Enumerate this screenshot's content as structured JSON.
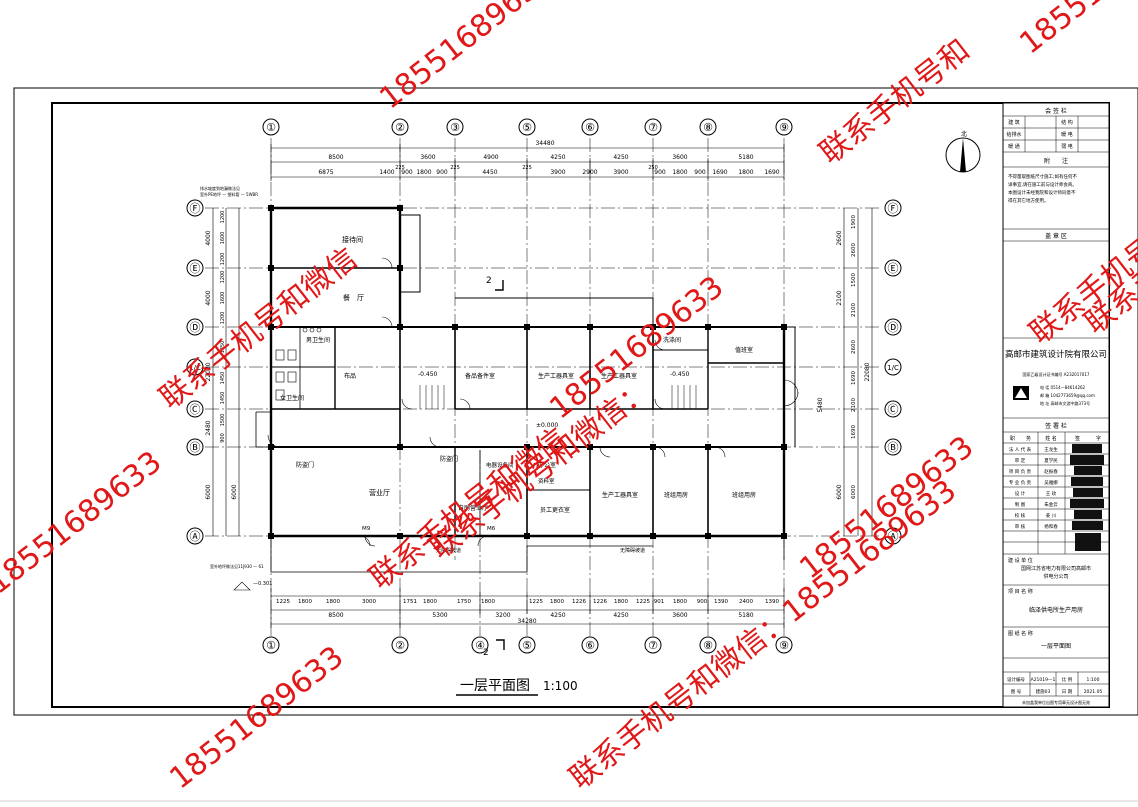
{
  "axes_top": [
    "①",
    "②",
    "③",
    "⑤",
    "⑥",
    "⑦",
    "⑧",
    "⑨"
  ],
  "axes_bottom": [
    "①",
    "②",
    "④",
    "⑤",
    "⑥",
    "⑦",
    "⑧",
    "⑨"
  ],
  "axes_left": [
    "Ⓕ",
    "Ⓔ",
    "Ⓓ",
    "1/C",
    "Ⓒ",
    "Ⓑ",
    "Ⓐ"
  ],
  "axes_right": [
    "Ⓕ",
    "Ⓔ",
    "Ⓓ",
    "1/C",
    "Ⓒ",
    "Ⓑ",
    "Ⓐ"
  ],
  "dims": {
    "top_total": "34480",
    "top_row1": [
      "8500",
      "3600",
      "4900",
      "4250",
      "4250",
      "3600",
      "5180"
    ],
    "top_row2": [
      "6875",
      "1400",
      "900",
      "1800",
      "900",
      "4450",
      "3900",
      "2900",
      "3900",
      "900",
      "1800",
      "900",
      "1690",
      "1800",
      "1690"
    ],
    "top_small": [
      "225",
      "225",
      "225",
      "250"
    ],
    "bottom_row1": [
      "1225",
      "1800",
      "1800",
      "3000",
      "1751",
      "1800",
      "1750",
      "1800",
      "1225",
      "1800",
      "1226",
      "1226",
      "1800",
      "1225",
      "901",
      "1800",
      "900",
      "1390",
      "2400",
      "1390"
    ],
    "bottom_row2": [
      "8500",
      "5300",
      "3200",
      "4250",
      "4250",
      "3600",
      "5180"
    ],
    "bottom_total": "34280",
    "left_outer": [
      "4000",
      "4000",
      "22080",
      "2480",
      "6000"
    ],
    "left_inner": [
      "1200",
      "1600",
      "1200",
      "1200",
      "1600",
      "1200",
      "1450",
      "1450",
      "1450",
      "1500",
      "900",
      "6000"
    ],
    "right_outer": [
      "2600",
      "2100",
      "22080",
      "5480",
      "6000"
    ],
    "right_inner": [
      "1900",
      "2600",
      "1500",
      "2100",
      "2600",
      "1690",
      "2100",
      "1690",
      "6000"
    ]
  },
  "rooms": [
    "接待间",
    "餐　厅",
    "男卫生间",
    "女卫生间",
    "布品",
    "备品备件室",
    "生产工器具室",
    "生产工器具室",
    "-0.450",
    "-0.450",
    "洗涤间",
    "值班室",
    "营业厅",
    "自助营业厅",
    "电器设备间",
    "办公室",
    "资料室",
    "员工更衣室",
    "生产工器具室",
    "班组用房",
    "班组用房"
  ],
  "labels": {
    "door_left": "防盗门",
    "door_mid": "防盗门",
    "elev": "±0.000",
    "m9": "M9",
    "m6": "M6",
    "section_top": "2",
    "section_bot": "2",
    "ramp": "无障碍坡道",
    "note_top_left": "排水坡度到地漏做法见\n室外PE地坪 — 塑料管 — 5WBR",
    "note_bottom_left": "室外地坪做法见11J930 — 61",
    "note_bottom_left_val": "—0.301"
  },
  "title": {
    "text": "一层平面图",
    "scale": "1:100"
  },
  "sidebar": {
    "sign_header": "会 签 栏",
    "sign_rows": [
      [
        "建 筑",
        "",
        "结 构",
        ""
      ],
      [
        "给排水",
        "",
        "暖 电",
        ""
      ],
      [
        "暖 通",
        "",
        "弱 电",
        ""
      ]
    ],
    "notes_header": "附　　注",
    "notes_text": "不得量取图纸尺寸施工;如有任何不\n详事宜,请在施工前与设计师会商。\n本图设计未经我院和设计师同意不\n得在其它地方使用。",
    "stamp_header": "盖 章 区",
    "company": "高邮市建筑设计院有限公司",
    "license": "国家乙级设计证书编号 A232017017",
    "contact_phone": "电 话 0514—84614262",
    "contact_mail": "邮 箱 1042773659@qq.com",
    "contact_addr": "地 址 高邮市文游中路373号",
    "approve_header": "签 署 栏",
    "approve_cols": [
      "职",
      "务",
      "姓 名",
      "签",
      "字"
    ],
    "approve_rows": [
      [
        "法 人 代 表",
        "王龙生"
      ],
      [
        "审 定",
        "夏学民"
      ],
      [
        "项 目 负 责",
        "赵振春"
      ],
      [
        "专 业 负 责",
        "吴雅娜"
      ],
      [
        "设 计",
        "王 玫"
      ],
      [
        "制 图",
        "朱金云"
      ],
      [
        "校 核",
        "姜 川"
      ],
      [
        "审 核",
        "杨和春"
      ]
    ],
    "client_header": "建 设 单 位",
    "client": "国网江苏省电力有限公司高邮市\n供电分公司",
    "project_header": "项 目 名 称",
    "project": "临泽供电所生产用房",
    "drawing_header": "图 纸 名 称",
    "drawing": "一层平面图",
    "info_rows": [
      [
        "设计编号",
        "A21019—1",
        "比 例",
        "1:100"
      ],
      [
        "图 号",
        "建施03",
        "日 期",
        "2021.05"
      ]
    ],
    "footer": "未加盖我单位出图专用章无设计图无效"
  },
  "north": "北",
  "watermarks": [
    "18551689633",
    "联系手机号和微信",
    "联系手机号和",
    "18551689633",
    "联系手机号和微信",
    "18551689633",
    "联系手机号和",
    "联系手",
    "18551689633",
    "联系手机号和微信：18551689633",
    "18551689633",
    "18551689633",
    "联系手机号和微信："
  ],
  "accent_red": "#e01818"
}
